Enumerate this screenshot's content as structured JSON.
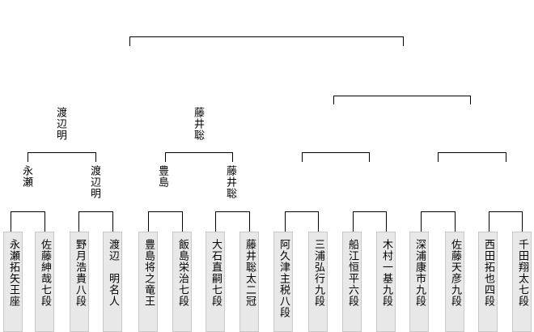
{
  "players": [
    "永瀬拓矢王座",
    "佐藤紳哉七段",
    "野月浩貴八段",
    "渡辺　明名人",
    "豊島将之竜王",
    "飯島栄治七段",
    "大石直嗣七段",
    "藤井聡太二冠",
    "阿久津主税八段",
    "三浦弘行九段",
    "船江恒平六段",
    "木村一基九段",
    "深浦康市九段",
    "佐藤天彦九段",
    "西田拓也四段",
    "千田翔太七段"
  ],
  "round1_winners": [
    "永瀬",
    "渡辺明",
    "豊島",
    "藤井聡"
  ],
  "round2_winners": [
    "渡辺明",
    "藤井聡"
  ]
}
